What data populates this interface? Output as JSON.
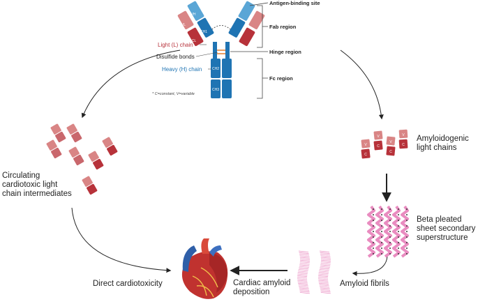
{
  "antibody": {
    "antigen_binding_site": "Antigen-binding site",
    "fab_region": "Fab region",
    "hinge_region": "Hinge region",
    "fc_region": "Fc region",
    "light_chain": "Light (L) chain",
    "disulfide_bonds": "Disulfide bonds",
    "heavy_chain": "Heavy (H) chain",
    "footnote": "* C=constant, V=variable",
    "domains": {
      "vh": "VH",
      "vl": "VL",
      "ch1": "CH1",
      "cl": "CL",
      "ch2": "CH2",
      "ch3": "CH3"
    }
  },
  "chain_domain_labels": {
    "v": "V",
    "c": "C"
  },
  "pathway": {
    "circulating": [
      "Circulating",
      "cardiotoxic light",
      "chain intermediates"
    ],
    "amyloidogenic": [
      "Amyloidogenic",
      "light chains"
    ],
    "beta_sheet": [
      "Beta pleated",
      "sheet secondary",
      "superstructure"
    ],
    "amyloid_fibrils": "Amyloid fibrils",
    "cardiac_deposition": [
      "Cardiac amyloid",
      "deposition"
    ],
    "direct_cardiotoxicity": "Direct cardiotoxicity"
  },
  "colors": {
    "heavy_chain": "#1f74b3",
    "heavy_chain_light": "#5aa6d6",
    "light_chain": "#b7323a",
    "light_chain_light": "#d98585",
    "fibril_pink": "#e98cc0",
    "heart_red": "#c0322f"
  }
}
